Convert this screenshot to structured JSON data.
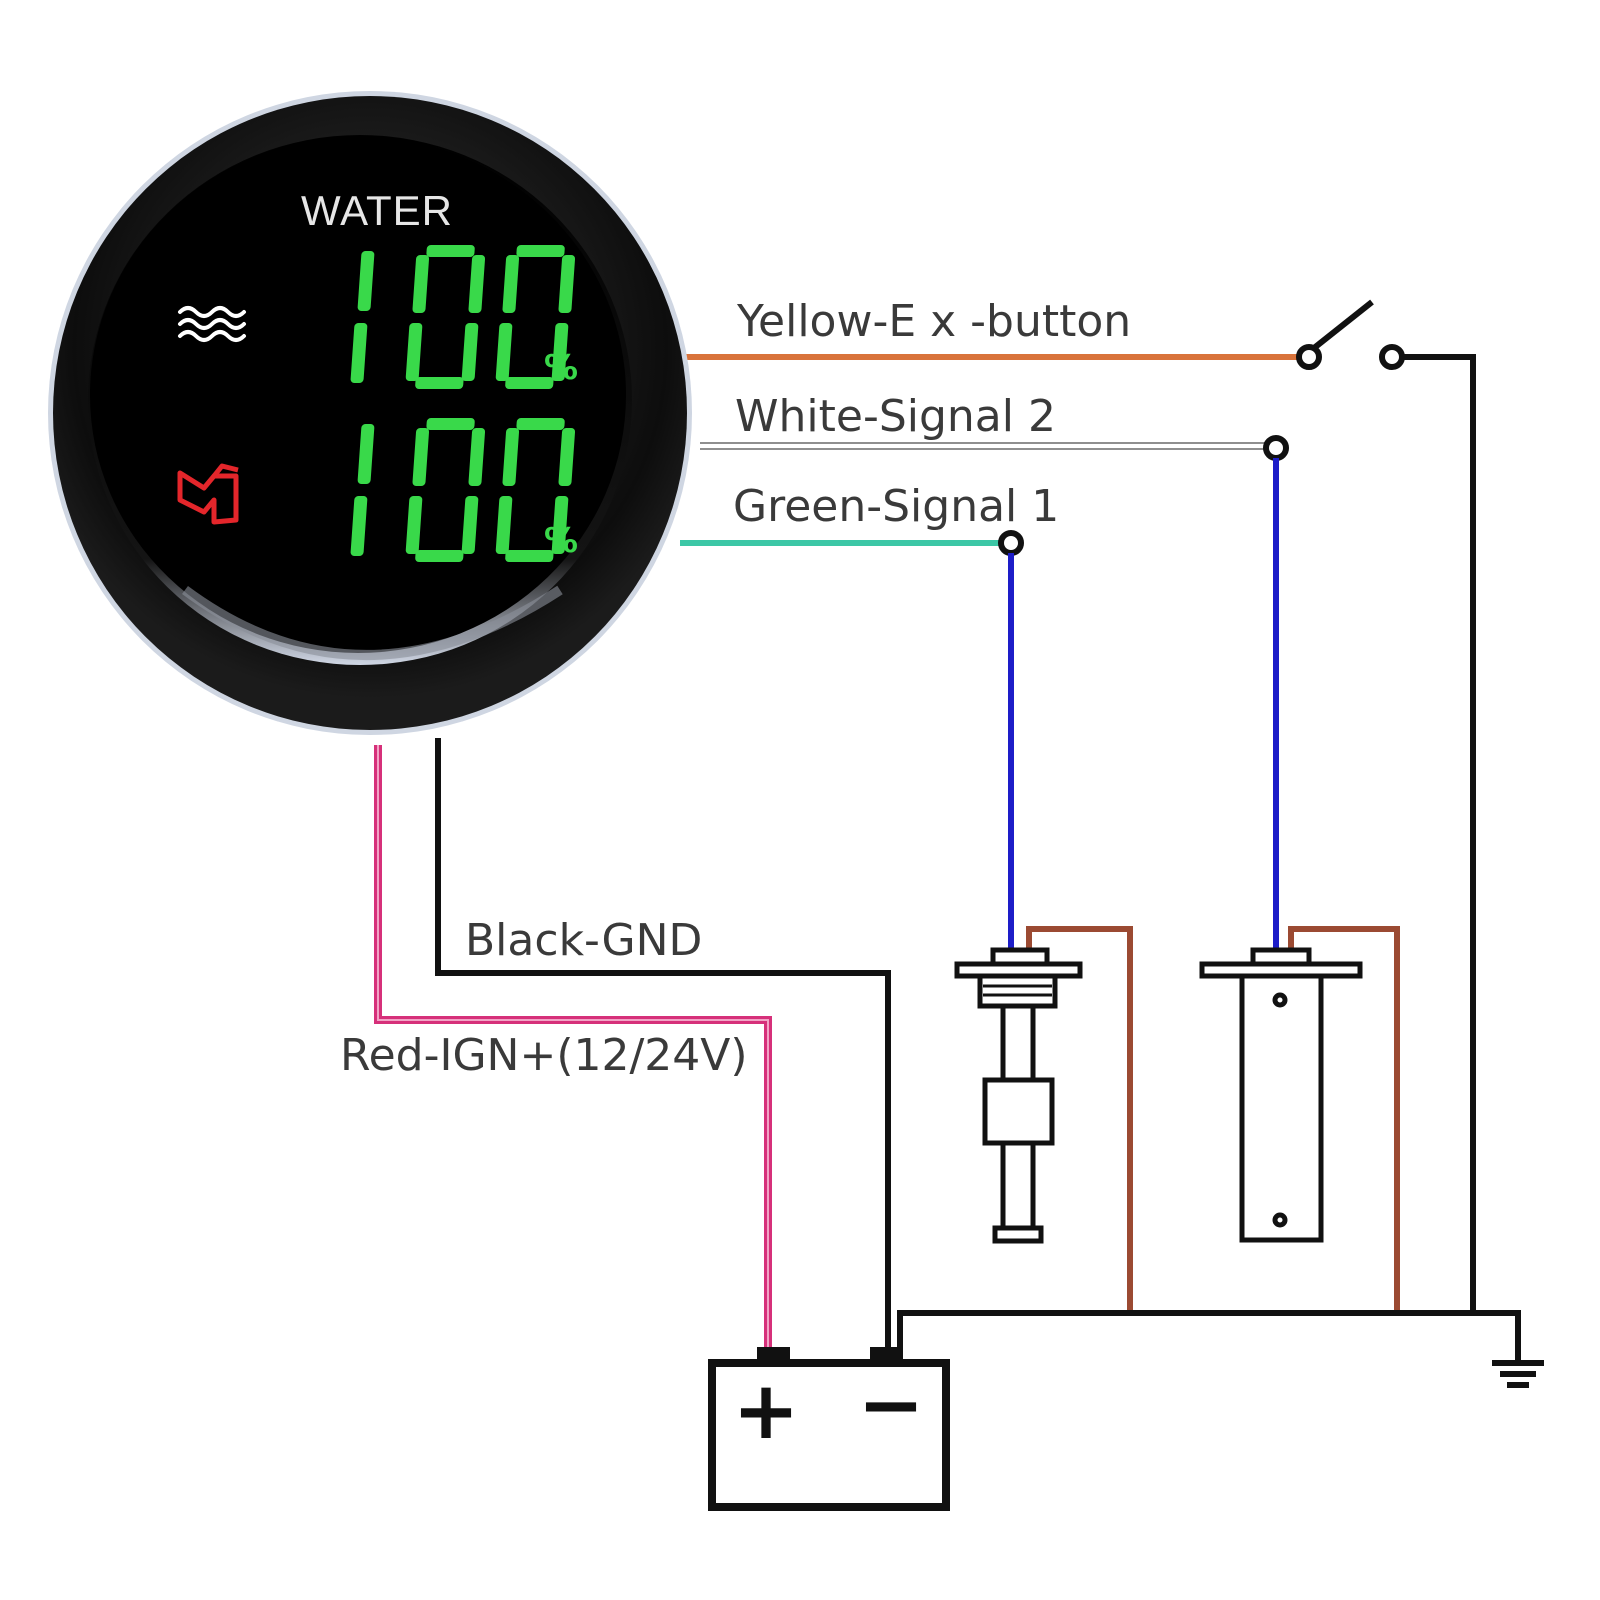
{
  "gauge": {
    "title": "WATER",
    "readings": [
      {
        "value": "100",
        "unit": "%",
        "icon": "water-waves-icon",
        "icon_color": "#ffffff"
      },
      {
        "value": "100",
        "unit": "%",
        "icon": "waste-tank-icon",
        "icon_color": "#e4262b"
      }
    ],
    "digit_color": "#39d94a"
  },
  "wires": {
    "yellow": {
      "label": "Yellow-E x -button",
      "color": "#d9733b"
    },
    "white": {
      "label": "White-Signal 2",
      "color": "#9a9a9a"
    },
    "green": {
      "label": "Green-Signal 1",
      "color": "#3cc7a6"
    },
    "black": {
      "label": "Black-GND",
      "color": "#111111"
    },
    "red": {
      "label": "Red-IGN+(12/24V)",
      "color": "#d6307a"
    },
    "sensor_signal_color": "#1d1dc8",
    "sensor_return_color": "#9b4a32"
  },
  "battery": {
    "positive": "+",
    "negative": "−"
  }
}
